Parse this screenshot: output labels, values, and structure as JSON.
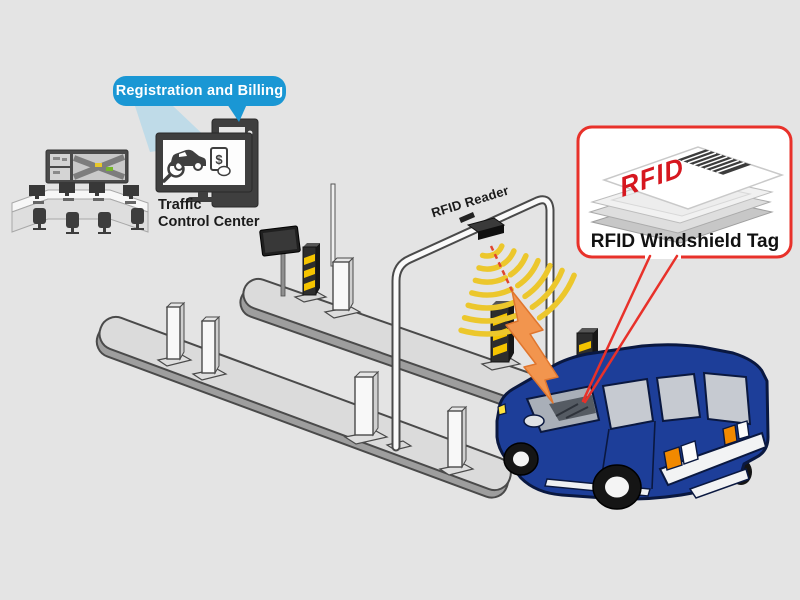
{
  "scene": {
    "background_color": "#e4e4e4",
    "speech_bubble": {
      "label": "Registration and Billing",
      "fill": "#1a97d4",
      "text_color": "#ffffff"
    },
    "control_center": {
      "line1": "Traffic",
      "line2": "Control Center"
    },
    "billing_computer": {
      "screen_dollar": "$"
    },
    "gantry": {
      "reader_label": "RFID Reader"
    },
    "callout": {
      "label": "RFID Windshield Tag",
      "tag_logo": "RFID",
      "border_color": "#e8312a",
      "logo_color": "#d6171f"
    },
    "car": {
      "body_color": "#1d3e99",
      "taillight_orange": "#f28900"
    },
    "effects": {
      "wave_yellow": "#ecc72c",
      "bolt_orange": "#f2954e",
      "dash_red": "#e0462e",
      "beam_blue": "#b5d8e8"
    },
    "island": {
      "top_gray": "#dbdbdb",
      "side_gray": "#9e9e9e",
      "hazard_yellow": "#f5c400",
      "equipment_dark": "#2d2d2d"
    },
    "icons": [
      "wall-display-icon",
      "workstation-monitor-icon",
      "office-chair-icon",
      "computer-tower-icon",
      "computer-monitor-icon",
      "car-search-icon",
      "magnifier-icon",
      "dollar-bill-icon",
      "toll-island",
      "bollard-post-icon",
      "hazard-post-icon",
      "lane-sign-icon",
      "gantry-arch",
      "rfid-reader-device-icon",
      "signal-waves-icon",
      "lightning-bolt-icon",
      "suv-car",
      "rfid-tag-icon",
      "barcode-icon",
      "callout-box",
      "speech-bubble"
    ]
  }
}
